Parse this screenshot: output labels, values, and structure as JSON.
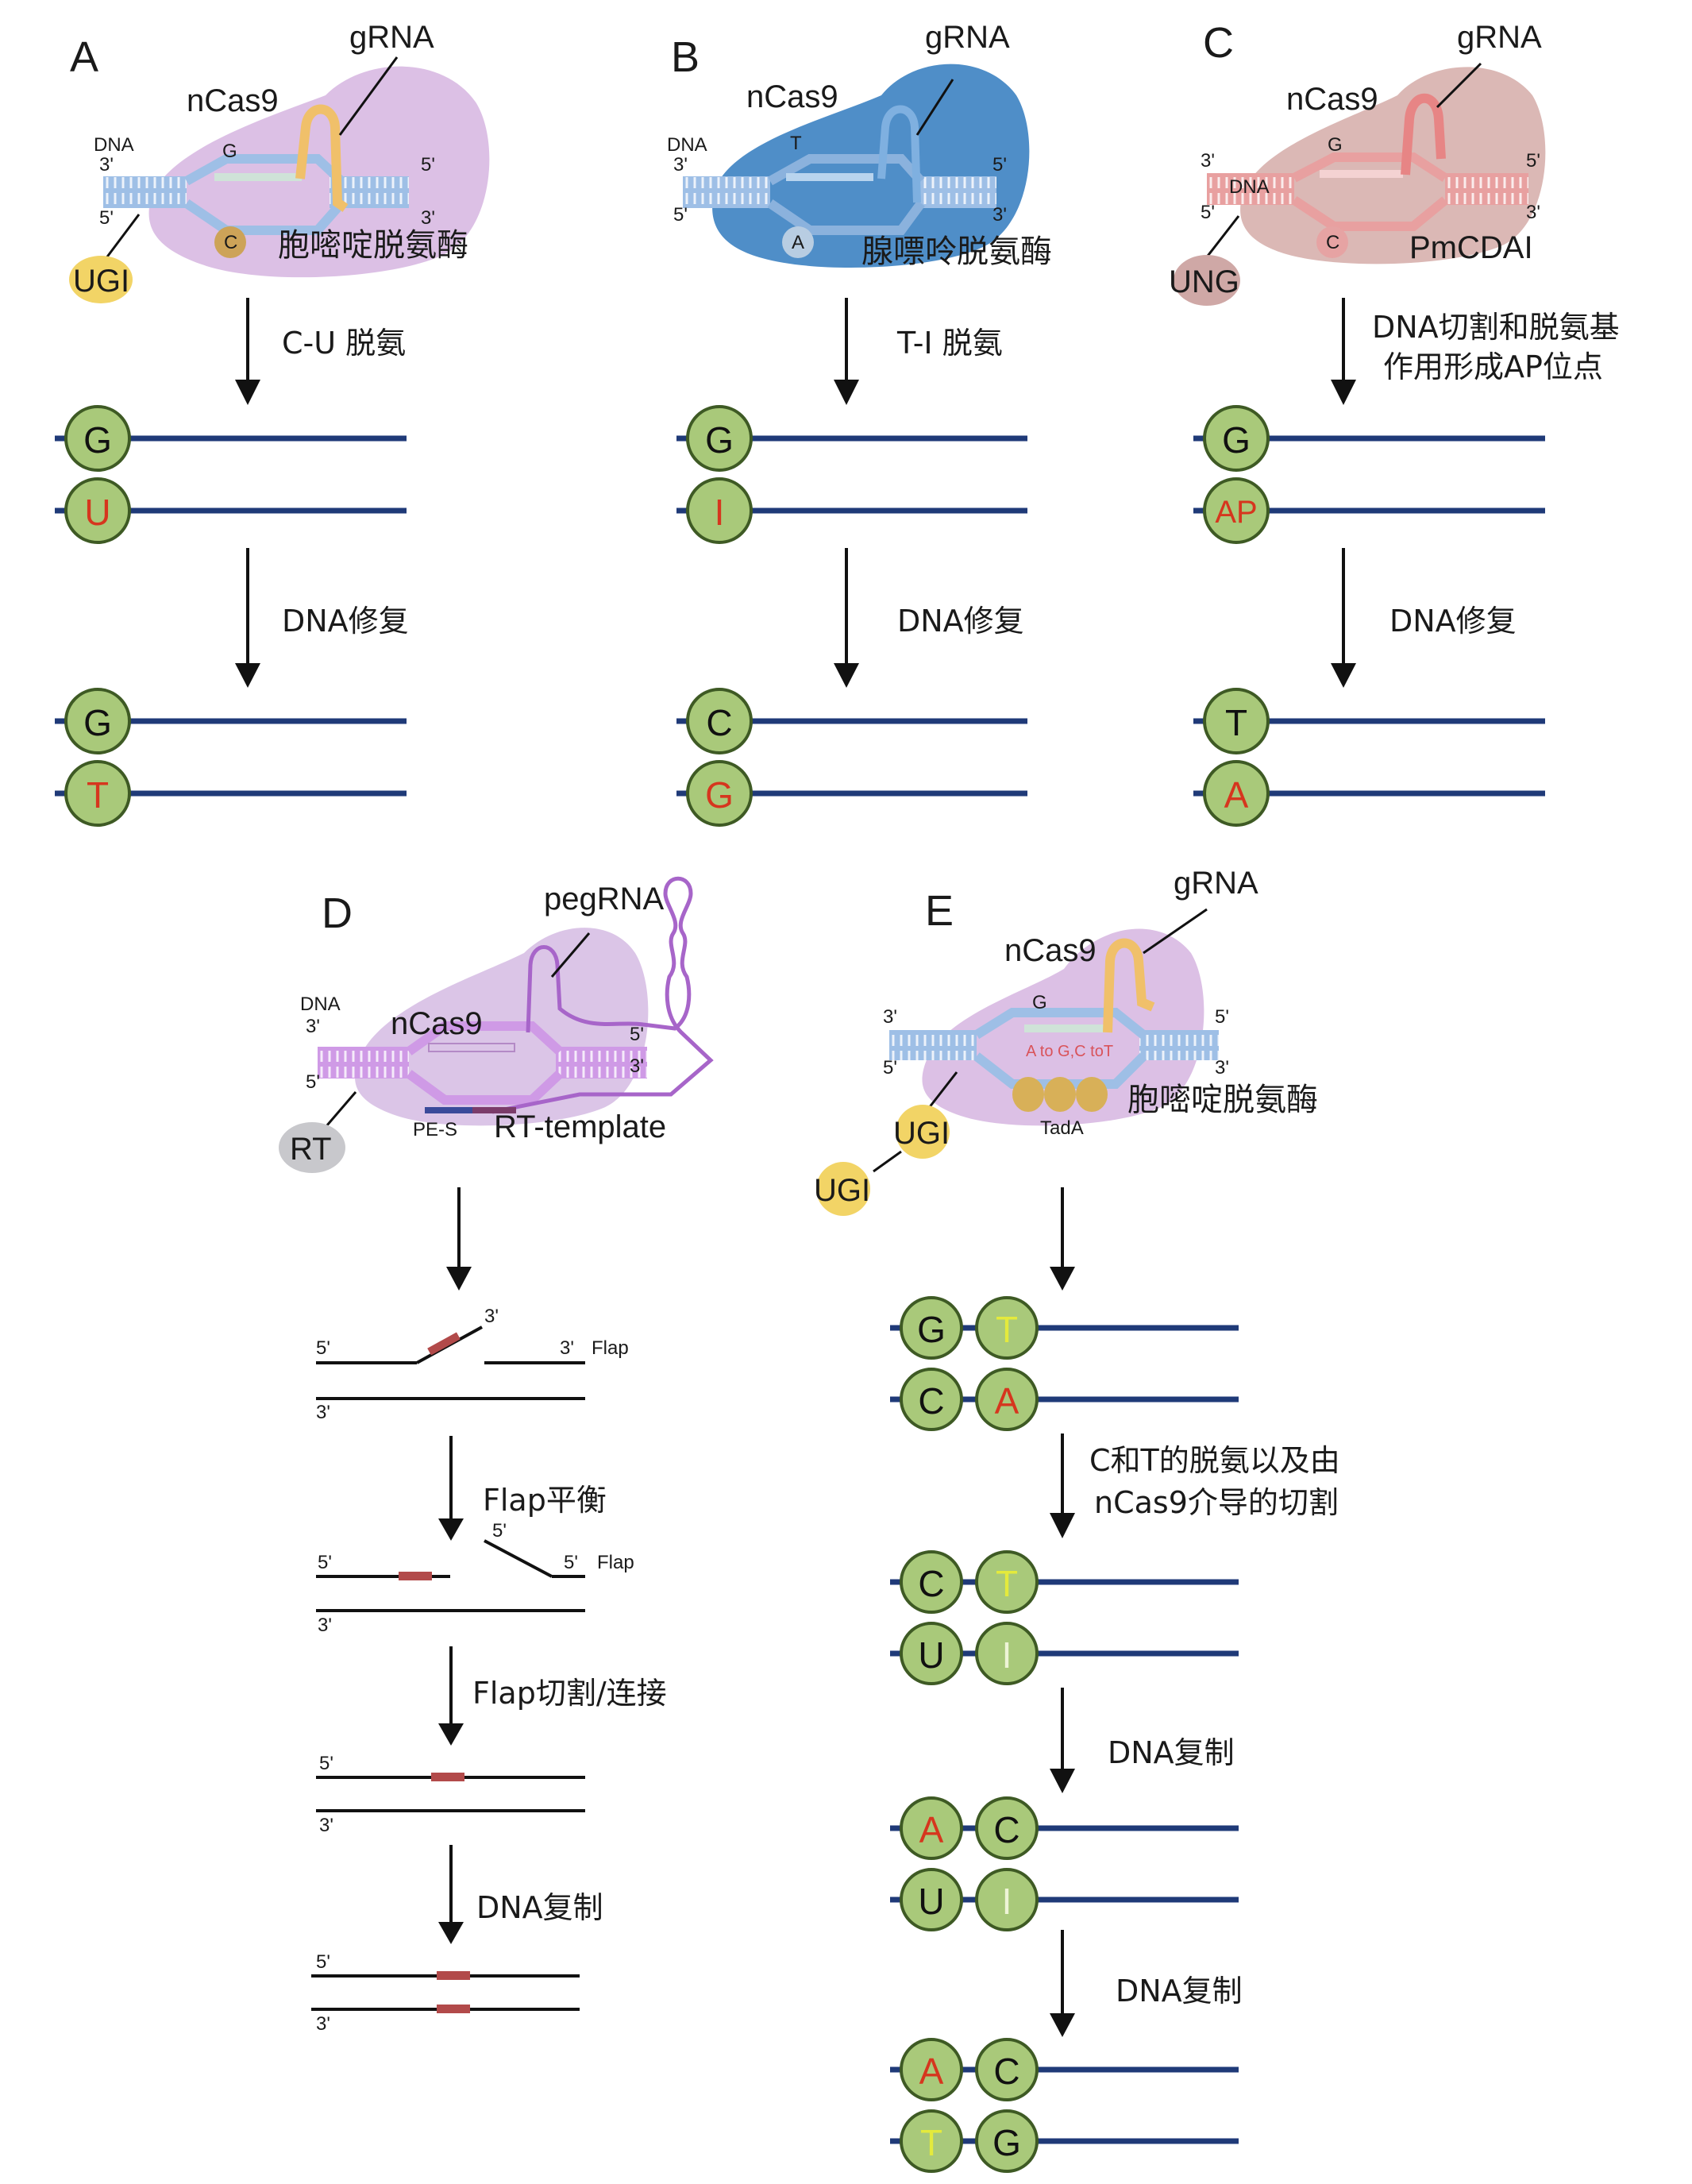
{
  "colors": {
    "base_fill": "#a9c97a",
    "base_stroke": "#3e5a24",
    "strand": "#1f3a78",
    "red": "#d6361e",
    "yellow": "#e4ea3c",
    "white": "#eef4d6",
    "black": "#111111",
    "cas9_purple": "#d8b9e2",
    "cas9_blue": "#4f8ec8",
    "cas9_pink": "#d7b0ad",
    "dna_blue": "#9ebfe6",
    "dna_red": "#e8a0a0",
    "dna_violet": "#cf9ae6",
    "ugi_yellow": "#f2d466",
    "ung_pink": "#cfa8a6",
    "rt_grey": "#c8c8cc",
    "edit_red": "#b24a4a"
  },
  "panels": {
    "A": {
      "label": "A",
      "grna": "gRNA",
      "ncas9": "nCas9",
      "dna": "DNA",
      "base_top": "G",
      "deaminase_letter": "C",
      "enzyme": "胞嘧啶脱氨酶",
      "helper": "UGI",
      "end_3": "3'",
      "end_5": "5'",
      "step1": "C-U 脱氨",
      "step2": "DNA修复",
      "rows": [
        [
          {
            "b": "G",
            "c": "black"
          }
        ],
        [
          {
            "b": "U",
            "c": "red"
          }
        ],
        [
          {
            "b": "G",
            "c": "black"
          }
        ],
        [
          {
            "b": "T",
            "c": "red"
          }
        ]
      ]
    },
    "B": {
      "label": "B",
      "grna": "gRNA",
      "ncas9": "nCas9",
      "dna": "DNA",
      "base_top": "T",
      "deaminase_letter": "A",
      "enzyme": "腺嘌呤脱氨酶",
      "end_3": "3'",
      "end_5": "5'",
      "step1": "T-I 脱氨",
      "step2": "DNA修复",
      "rows": [
        [
          {
            "b": "G",
            "c": "black"
          }
        ],
        [
          {
            "b": "I",
            "c": "red"
          }
        ],
        [
          {
            "b": "C",
            "c": "black"
          }
        ],
        [
          {
            "b": "G",
            "c": "red"
          }
        ]
      ]
    },
    "C": {
      "label": "C",
      "grna": "gRNA",
      "ncas9": "nCas9",
      "dna": "DNA",
      "base_top": "G",
      "deaminase_letter": "C",
      "enzyme": "PmCDAI",
      "helper": "UNG",
      "end_3": "3'",
      "end_5": "5'",
      "step1_line1": "DNA切割和脱氨基",
      "step1_line2": "作用形成AP位点",
      "step2": "DNA修复",
      "rows": [
        [
          {
            "b": "G",
            "c": "black"
          }
        ],
        [
          {
            "b": "AP",
            "c": "red"
          }
        ],
        [
          {
            "b": "T",
            "c": "black"
          }
        ],
        [
          {
            "b": "A",
            "c": "red"
          }
        ]
      ]
    },
    "D": {
      "label": "D",
      "pegrna": "pegRNA",
      "ncas9": "nCas9",
      "dna": "DNA",
      "helper": "RT",
      "pes": "PE-S",
      "rt_template": "RT-template",
      "end_3": "3'",
      "end_5": "5'",
      "flap": "Flap",
      "step2": "Flap平衡",
      "step3": "Flap切割/连接",
      "step4": "DNA复制"
    },
    "E": {
      "label": "E",
      "grna": "gRNA",
      "ncas9": "nCas9",
      "base_top": "G",
      "edit_text": "A to G,C toT",
      "enzyme": "胞嘧啶脱氨酶",
      "tada": "TadA",
      "helper1": "UGI",
      "helper2": "UGI",
      "end_3": "3'",
      "end_5": "5'",
      "step2_line1": "C和T的脱氨以及由",
      "step2_line2": "nCas9介导的切割",
      "step3": "DNA复制",
      "step4": "DNA复制",
      "rows": [
        [
          {
            "b": "G",
            "c": "black"
          },
          {
            "b": "T",
            "c": "yellow"
          }
        ],
        [
          {
            "b": "C",
            "c": "black"
          },
          {
            "b": "A",
            "c": "red"
          }
        ],
        [
          {
            "b": "C",
            "c": "black"
          },
          {
            "b": "T",
            "c": "yellow"
          }
        ],
        [
          {
            "b": "U",
            "c": "black"
          },
          {
            "b": "I",
            "c": "white"
          }
        ],
        [
          {
            "b": "A",
            "c": "red"
          },
          {
            "b": "C",
            "c": "black"
          }
        ],
        [
          {
            "b": "U",
            "c": "black"
          },
          {
            "b": "I",
            "c": "white"
          }
        ],
        [
          {
            "b": "A",
            "c": "red"
          },
          {
            "b": "C",
            "c": "black"
          }
        ],
        [
          {
            "b": "T",
            "c": "yellow"
          },
          {
            "b": "G",
            "c": "black"
          }
        ]
      ]
    }
  }
}
